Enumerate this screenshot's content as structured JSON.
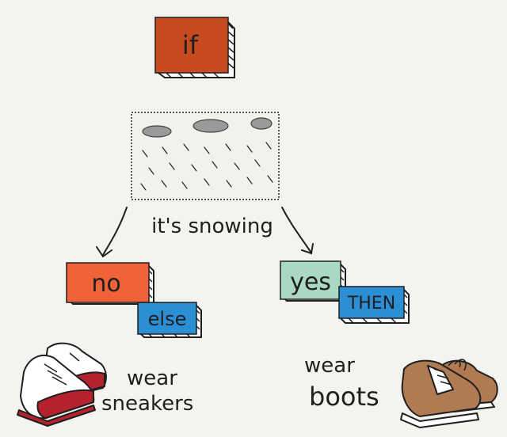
{
  "if_label": "if",
  "condition_label": "it's snowing",
  "no_label": "no",
  "else_label": "else",
  "yes_label": "yes",
  "then_label": "THEN",
  "left_outcome": {
    "line1": "wear",
    "line2": "sneakers"
  },
  "right_outcome": {
    "line1": "wear",
    "line2": "boots"
  },
  "colors": {
    "background": "#f4f3ef",
    "if_box": "#c84a1f",
    "no_box": "#f0623a",
    "yes_box": "#a9d8c4",
    "else_then_box": "#2b8fd6",
    "cloud": "#9a9a9a",
    "sneaker_red": "#b5222d",
    "boot_brown": "#b07a52"
  },
  "icons": [
    "snow-cloud-icon",
    "sneakers-icon",
    "boots-icon"
  ]
}
